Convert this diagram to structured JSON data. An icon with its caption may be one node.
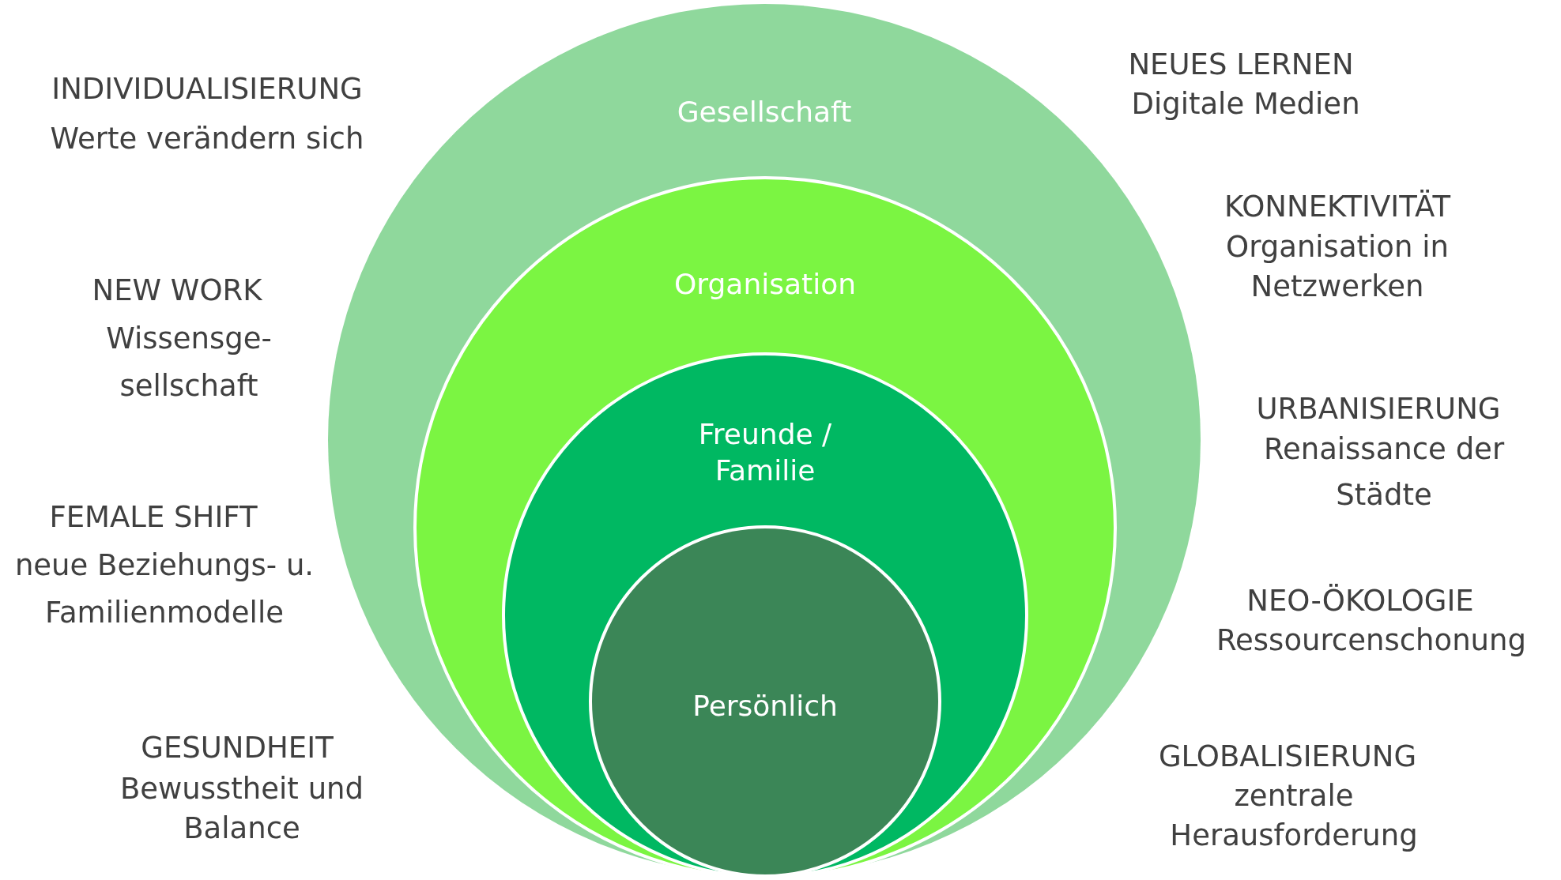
{
  "diagram": {
    "nodes": [
      {
        "text": [
          "Gesellschaft"
        ]
      },
      {
        "text": [
          "Organisation"
        ],
        "in": 0
      },
      {
        "text": [
          "Freunde / Familie"
        ],
        "in": 1
      },
      {
        "text": [
          "Persönlich"
        ],
        "in": 2
      }
    ],
    "edges": [],
    "labels": [
      "INDIVIDUALISIERUNG",
      "Werte verändern sich",
      "NEW WORK",
      "Wissensge- sellschaft",
      "FEMALE SHIFT",
      "neue Beziehungs- u. Familienmodelle",
      "GESUNDHEIT",
      "Bewusstheit und Balance",
      "NEUES LERNEN",
      "Digitale Medien",
      "KONNEKTIVITÄT",
      "Organisation in Netzwerken",
      "URBANISIERUNG",
      "Renaissance der Städte",
      "NEO-ÖKOLOGIE",
      "Ressourcenschonung",
      "GLOBALISIERUNG",
      "zentrale Herausforderung"
    ]
  }
}
